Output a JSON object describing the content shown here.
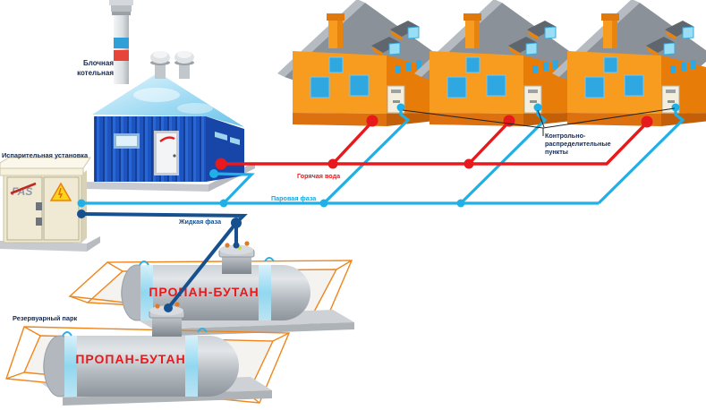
{
  "diagram": {
    "boiler_house": {
      "label_line1": "Блочная",
      "label_line2": "котельная"
    },
    "evaporator": {
      "label": "Испарительная установка",
      "logo": "FAS"
    },
    "tank_farm": {
      "label": "Резервуарный парк",
      "tanks": [
        {
          "label": "ПРОПАН-БУТАН"
        },
        {
          "label": "ПРОПАН-БУТАН"
        }
      ]
    },
    "pipelines": {
      "hot_water": {
        "label": "Горячая вода",
        "color": "#e8191c"
      },
      "vapor_phase": {
        "label": "Паровая фаза",
        "color": "#14b1e7"
      },
      "liquid_phase": {
        "label": "Жидкая фаза",
        "color": "#16508f"
      }
    },
    "control_points": {
      "label_line1": "Контрольно-",
      "label_line2": "распределительные",
      "label_line3": "пункты"
    },
    "houses_count": 3,
    "colors": {
      "house_front": "#f89c1f",
      "house_side": "#e87c09",
      "roof_gray": "#8a9198",
      "window_blue": "#2fa8e1",
      "boiler_blue": "#1d55c0",
      "boiler_roof": "#a9ddf2",
      "cabinet_cream": "#efe9d2",
      "tank_gray": "#b9bfc5",
      "pit_orange": "#f0861b"
    }
  }
}
